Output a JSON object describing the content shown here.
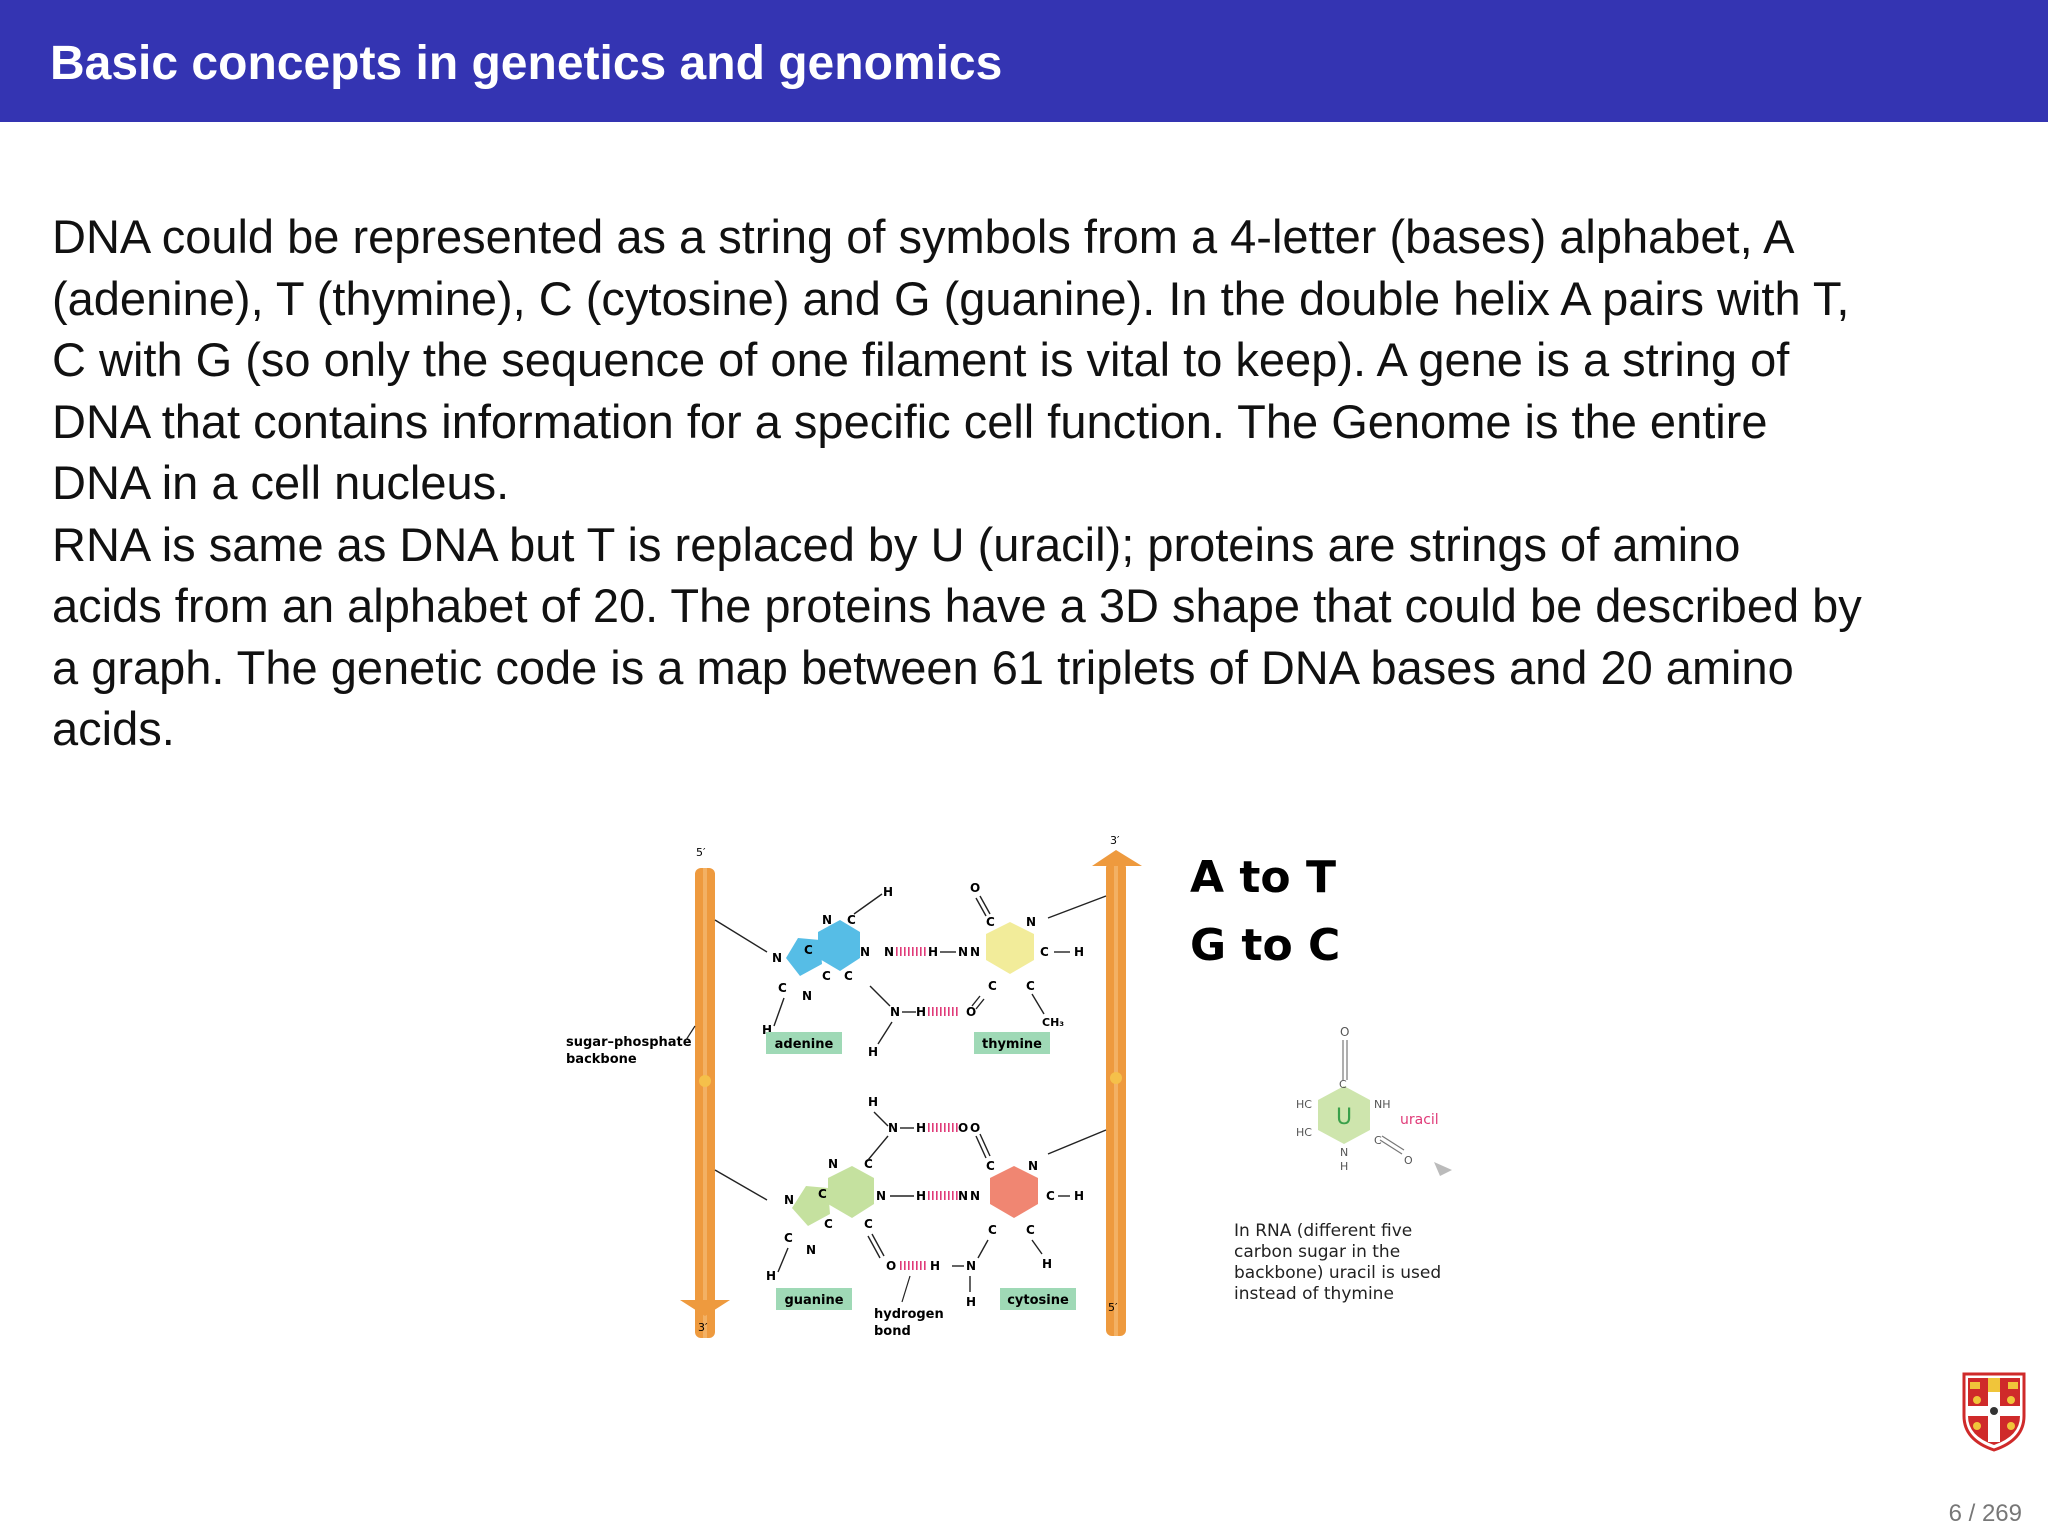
{
  "slide": {
    "title": "Basic concepts in genetics and genomics",
    "page_number": "6 / 269"
  },
  "body": {
    "paragraph1_lines": [
      "DNA could be represented as a string of symbols from a 4-letter (bases) alphabet, A",
      "(adenine), T (thymine), C (cytosine) and G (guanine). In the double helix A pairs with T,",
      "C with G (so only the sequence of one filament is vital to keep). A gene is a string of",
      "DNA that contains information for a specific cell function. The Genome is the entire",
      "DNA in a cell nucleus."
    ],
    "paragraph2_lines": [
      "RNA is same as DNA but T is replaced by U (uracil); proteins are strings of amino",
      "acids from an alphabet of 20. The proteins have a 3D shape that could be described by",
      "a graph. The genetic code is a map between 61 triplets of DNA bases and 20 amino",
      "acids."
    ]
  },
  "figure": {
    "pairing_rule_1": "A to T",
    "pairing_rule_2": "G to C",
    "base_labels": {
      "adenine": "adenine",
      "thymine": "thymine",
      "guanine": "guanine",
      "cytosine": "cytosine"
    },
    "backbone_label_line1": "sugar–phosphate",
    "backbone_label_line2": "backbone",
    "hbond_label_line1": "hydrogen",
    "hbond_label_line2": "bond",
    "end_labels": {
      "left_top": "5′",
      "left_bottom": "3′",
      "right_top": "3′",
      "right_bottom": "5′"
    },
    "uracil": {
      "ring_letter": "U",
      "label": "uracil",
      "note_lines": [
        "In RNA (different five",
        "carbon sugar in the",
        "backbone) uracil is used",
        "instead of thymine"
      ]
    },
    "colors": {
      "adenine": "#56bde6",
      "thymine": "#f2ec9a",
      "guanine": "#c5e19f",
      "cytosine": "#f08672",
      "backbone": "#ee9a3e",
      "label_box": "#9fd9b6",
      "hydrogen_bond": "#e03a78"
    }
  },
  "colors": {
    "title_bar": "#3434b2",
    "title_text": "#ffffff"
  }
}
